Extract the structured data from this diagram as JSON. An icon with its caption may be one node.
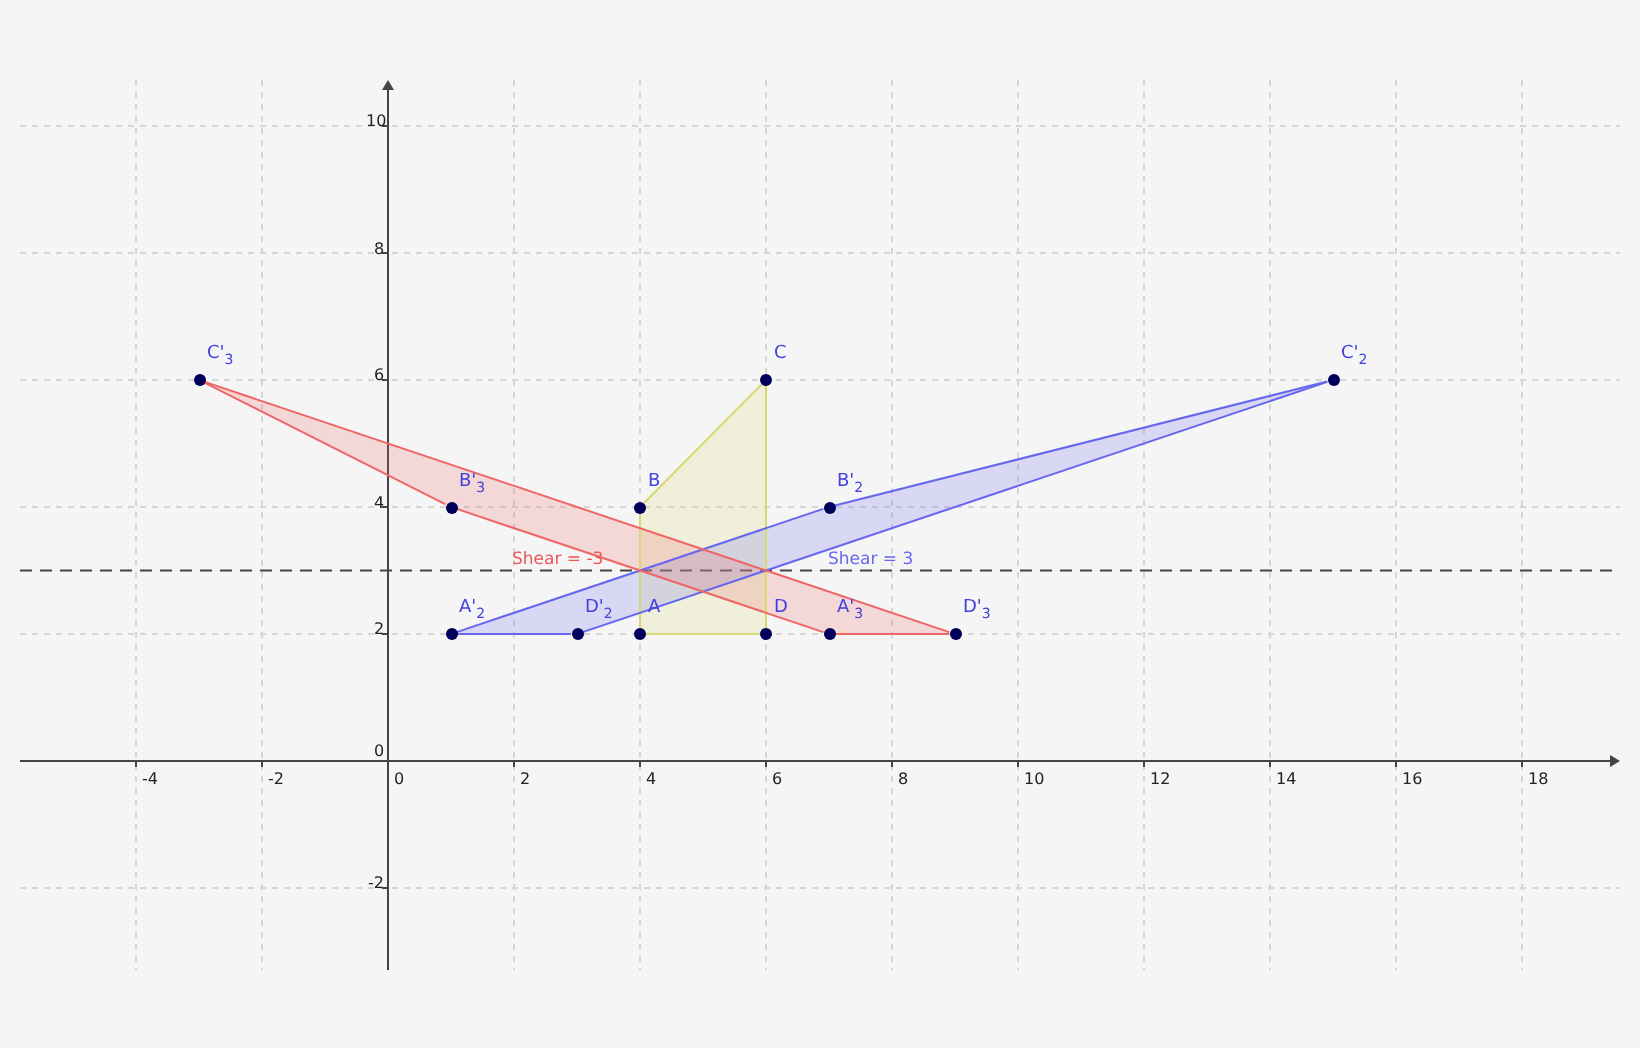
{
  "diagram": {
    "nodes": [
      {
        "text": [
          "C'$_{3}$"
        ]
      },
      {
        "text": [
          "C"
        ]
      },
      {
        "text": [
          "C'$_{2}$"
        ]
      },
      {
        "text": [
          "B'$_{3}$"
        ]
      },
      {
        "text": [
          "B"
        ]
      },
      {
        "text": [
          "B'$_{2}$"
        ]
      },
      {
        "text": [
          "A'$_{2}$"
        ]
      },
      {
        "text": [
          "D'$_{2}$"
        ]
      },
      {
        "text": [
          "A"
        ]
      },
      {
        "text": [
          "D"
        ]
      },
      {
        "text": [
          "A'$_{3}$"
        ]
      },
      {
        "text": [
          "D'$_{3}$"
        ]
      }
    ],
    "edges": [
      {
        "from": 8,
        "to": 4,
        "arrow": "none",
        "color": "#d8d870"
      },
      {
        "from": 4,
        "to": 1,
        "arrow": "none",
        "color": "#d8d870"
      },
      {
        "from": 1,
        "to": 9,
        "arrow": "none",
        "color": "#d8d870"
      },
      {
        "from": 9,
        "to": 8,
        "arrow": "none",
        "color": "#d8d870"
      },
      {
        "from": 6,
        "to": 5,
        "arrow": "none",
        "color": "#6666ee"
      },
      {
        "from": 5,
        "to": 2,
        "arrow": "none",
        "color": "#6666ee"
      },
      {
        "from": 2,
        "to": 7,
        "arrow": "none",
        "color": "#6666ee"
      },
      {
        "from": 7,
        "to": 6,
        "arrow": "none",
        "color": "#6666ee"
      },
      {
        "from": 10,
        "to": 3,
        "arrow": "none",
        "color": "#ee6666"
      },
      {
        "from": 3,
        "to": 0,
        "arrow": "none",
        "color": "#ee6666"
      },
      {
        "from": 0,
        "to": 11,
        "arrow": "none",
        "color": "#ee6666"
      },
      {
        "from": 11,
        "to": 10,
        "arrow": "none",
        "color": "#ee6666"
      }
    ],
    "labels": [
      "10",
      "8",
      "6",
      "4",
      "Shear = -3",
      "Shear = 3",
      "2",
      "0",
      "-4",
      "-2",
      "0",
      "2",
      "4",
      "6",
      "8",
      "10",
      "12",
      "14",
      "16",
      "18",
      "-2"
    ]
  }
}
